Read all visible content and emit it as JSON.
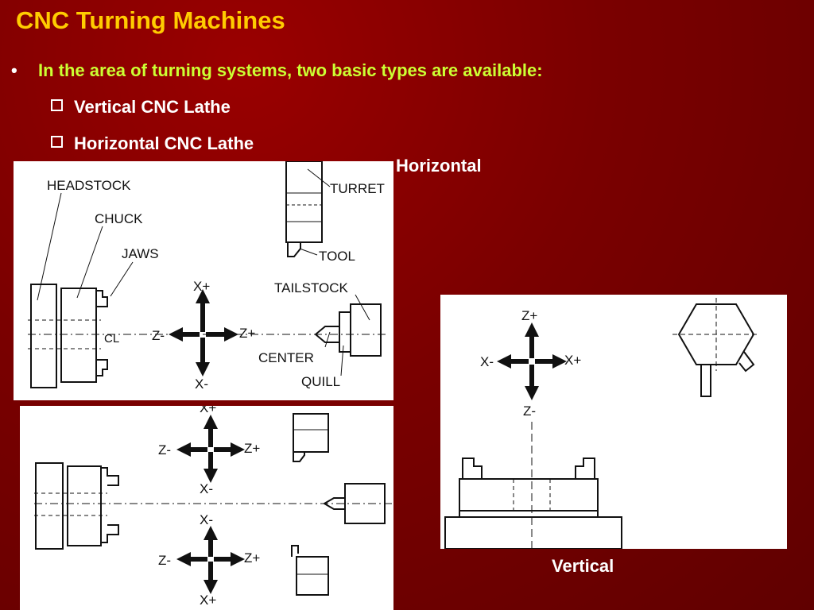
{
  "slide": {
    "title": "CNC Turning Machines",
    "bullet": "In the area of turning systems, two basic types are available:",
    "items": [
      "Vertical CNC Lathe",
      "Horizontal CNC Lathe"
    ],
    "captions": {
      "horizontal": "Horizontal",
      "vertical": "Vertical"
    }
  },
  "figures": {
    "horizontal_lathe": {
      "labels": {
        "headstock": "HEADSTOCK",
        "chuck": "CHUCK",
        "jaws": "JAWS",
        "turret": "TURRET",
        "tool": "TOOL",
        "tailstock": "TAILSTOCK",
        "center": "CENTER",
        "quill": "QUILL",
        "centerline": "CL"
      },
      "axes": {
        "x_plus": "X+",
        "x_minus": "X-",
        "z_plus": "Z+",
        "z_minus": "Z-"
      }
    },
    "dual_turret": {
      "upper_axes": {
        "x_plus": "X+",
        "x_minus": "X-",
        "z_plus": "Z+",
        "z_minus": "Z-"
      },
      "lower_axes": {
        "x_plus": "X+",
        "x_minus": "X-",
        "z_plus": "Z+",
        "z_minus": "Z-"
      }
    },
    "vertical_lathe": {
      "axes": {
        "z_plus": "Z+",
        "z_minus": "Z-",
        "x_plus": "X+",
        "x_minus": "X-"
      }
    }
  },
  "colors": {
    "background": "#7a0000",
    "title": "#ffcc00",
    "bullet": "#ccff33",
    "text": "#ffffff"
  }
}
